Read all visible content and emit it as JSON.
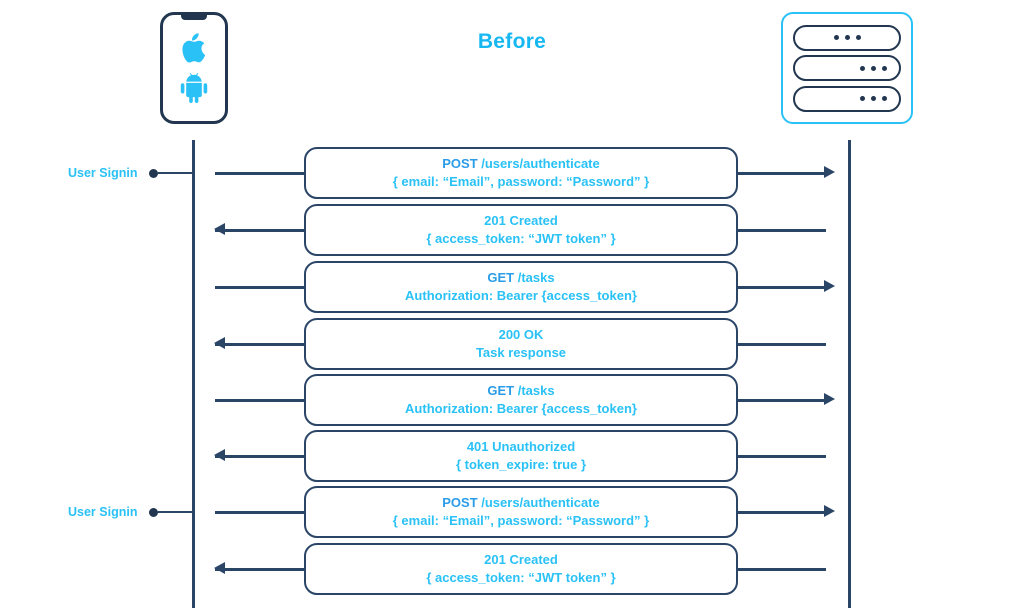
{
  "diagram": {
    "title": "Before",
    "type": "sequence-diagram",
    "colors": {
      "accent_cyan": "#29c1f6",
      "accent_blue": "#2b9ce8",
      "line_navy": "#2b4567",
      "device_navy": "#22374f",
      "background": "#ffffff"
    },
    "actors": {
      "client": {
        "name": "mobile-device",
        "icons": [
          "apple-icon",
          "android-icon"
        ]
      },
      "server": {
        "name": "server-stack",
        "bays": 3,
        "dots_per_bay": 3
      }
    },
    "signin_markers": [
      {
        "label": "User Signin"
      },
      {
        "label": "User Signin"
      }
    ],
    "messages": [
      {
        "direction": "right",
        "verb": "POST",
        "path": " /users/authenticate",
        "line1": "POST /users/authenticate",
        "line2": "{ email: “Email”, password: “Password” }"
      },
      {
        "direction": "left",
        "verb": "",
        "path": "",
        "line1": "201 Created",
        "line2": "{ access_token: “JWT token” }"
      },
      {
        "direction": "right",
        "verb": "GET",
        "path": " /tasks",
        "line1": "GET /tasks",
        "line2": "Authorization: Bearer {access_token}"
      },
      {
        "direction": "left",
        "verb": "",
        "path": "",
        "line1": "200 OK",
        "line2": "Task response"
      },
      {
        "direction": "right",
        "verb": "GET",
        "path": " /tasks",
        "line1": "GET /tasks",
        "line2": "Authorization: Bearer {access_token}"
      },
      {
        "direction": "left",
        "verb": "",
        "path": "",
        "line1": "401 Unauthorized",
        "line2": "{ token_expire: true }"
      },
      {
        "direction": "right",
        "verb": "POST",
        "path": " /users/authenticate",
        "line1": "POST /users/authenticate",
        "line2": "{ email: “Email”, password: “Password” }"
      },
      {
        "direction": "left",
        "verb": "",
        "path": "",
        "line1": "201 Created",
        "line2": "{ access_token: “JWT token” }"
      }
    ]
  }
}
